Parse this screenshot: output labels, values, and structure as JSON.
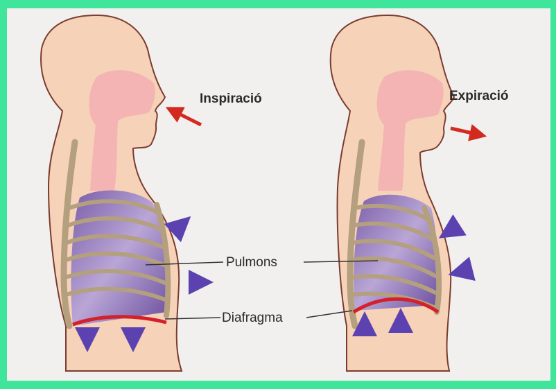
{
  "labels": {
    "inspiration": "Inspiració",
    "expiration": "Expiració",
    "lungs": "Pulmons",
    "diaphragm": "Diafragma"
  },
  "colors": {
    "frame": "#3ee59a",
    "skin": "#f6d2b8",
    "airway": "#f4b4b4",
    "lung": "#8e74b8",
    "rib": "#b49f7e",
    "diaphragm": "#d3202b",
    "air_arrow": "#d32a1f",
    "movement_arrow": "#5b42b0"
  }
}
